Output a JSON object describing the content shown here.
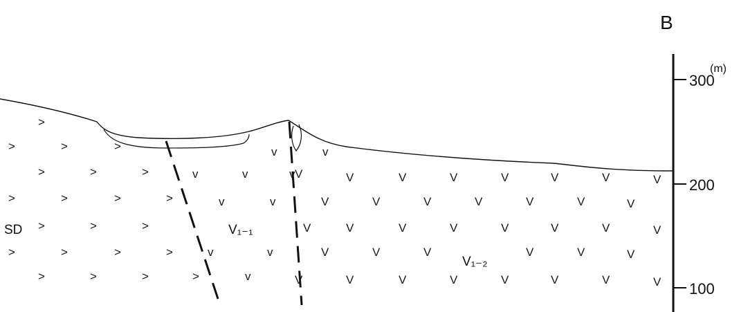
{
  "section_end_label": "B",
  "scale": {
    "unit": "(m)",
    "ticks": [
      {
        "value": 300,
        "label": "300"
      },
      {
        "value": 200,
        "label": "200"
      },
      {
        "value": 100,
        "label": "100"
      }
    ]
  },
  "units": [
    {
      "id": "sd",
      "label": "SD"
    },
    {
      "id": "v1-1",
      "label": "V₁₋₁"
    },
    {
      "id": "v1-2",
      "label": "V₁₋₂"
    }
  ],
  "symbols": {
    "sd": ">",
    "volcanic_plain": "v",
    "volcanic_under": "V"
  }
}
